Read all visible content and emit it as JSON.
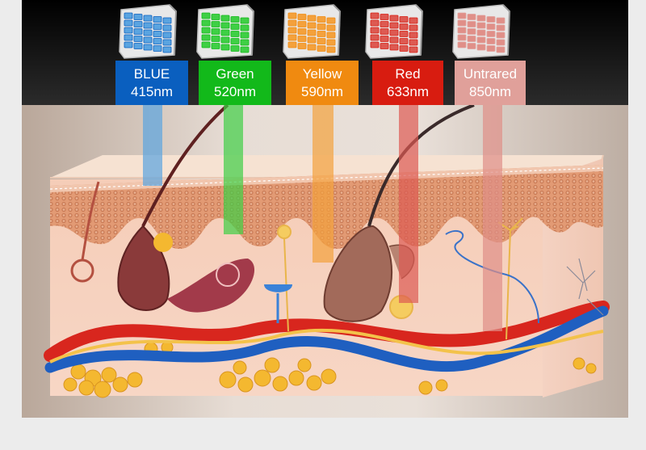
{
  "lights": [
    {
      "name": "BLUE",
      "wavelength": "415nm",
      "color": "#0a5fbf",
      "beam": "#5aa4e0",
      "icon": "led-panel-blue"
    },
    {
      "name": "Green",
      "wavelength": "520nm",
      "color": "#12b91a",
      "beam": "#3fcf45",
      "icon": "led-panel-green"
    },
    {
      "name": "Yellow",
      "wavelength": "590nm",
      "color": "#f08a10",
      "beam": "#f4a13c",
      "icon": "led-panel-yellow"
    },
    {
      "name": "Red",
      "wavelength": "633nm",
      "color": "#d81c10",
      "beam": "#dd5a52",
      "icon": "led-panel-red"
    },
    {
      "name": "Untrared",
      "wavelength": "850nm",
      "color": "#e0a09a",
      "beam": "#e08f88",
      "icon": "led-panel-infrared"
    }
  ],
  "colors": {
    "header": "#000000",
    "skin": "#f2c7b0",
    "epidermis": "#e8a07a",
    "artery": "#d8261e",
    "vein": "#1f5fc0",
    "nerve": "#f3c24a",
    "fat": "#f4b830"
  }
}
